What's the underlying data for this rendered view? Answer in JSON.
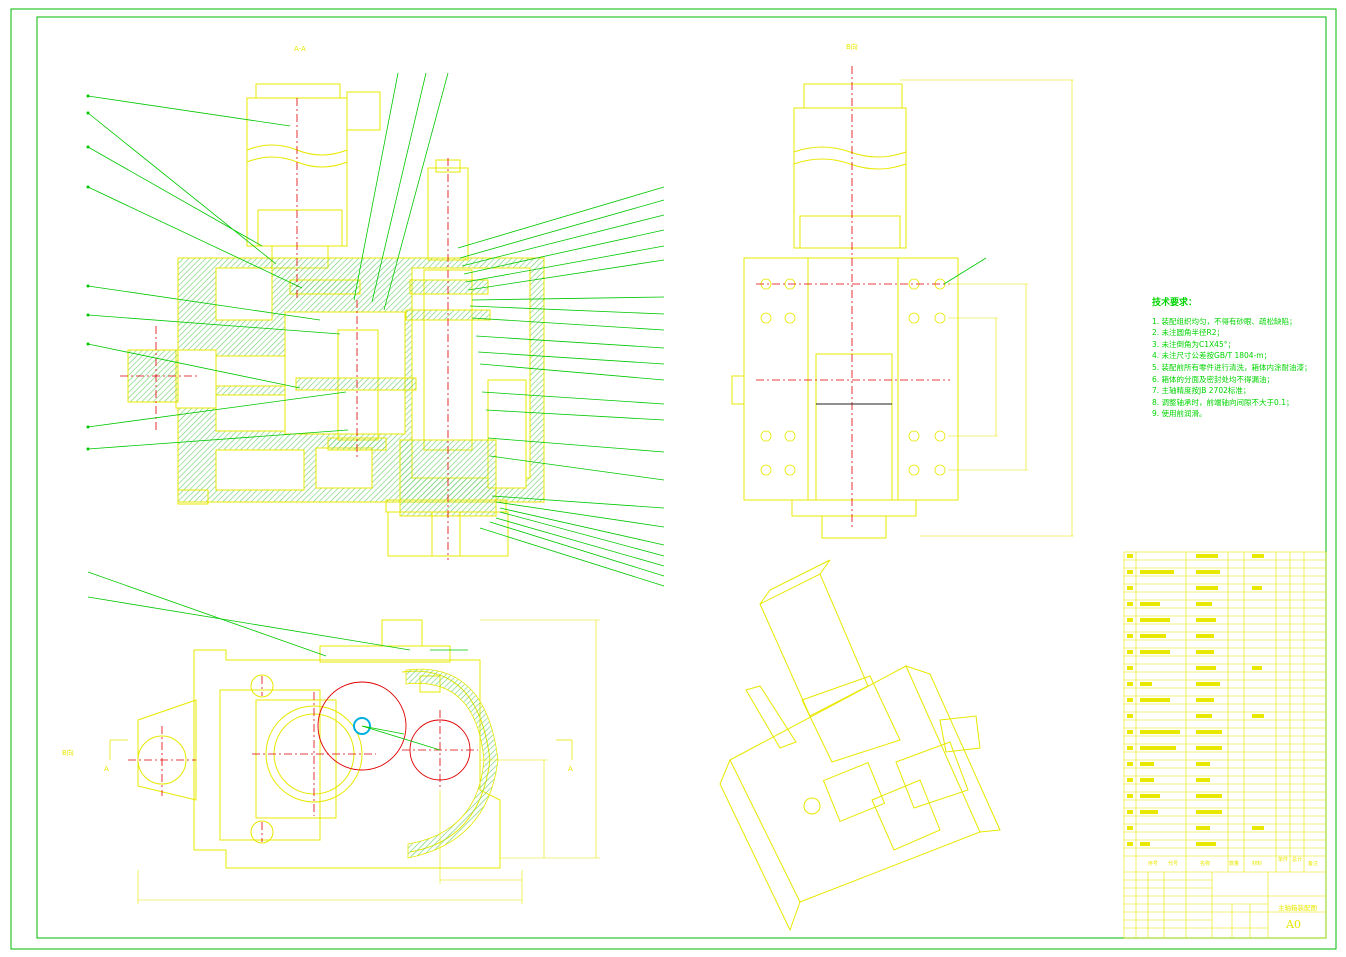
{
  "drawing": {
    "section_label": "A-A",
    "view_b_label": "B向",
    "view_b_label_lower": "B向",
    "cut_mark_left": "A",
    "cut_mark_right": "A"
  },
  "technical_requirements": {
    "title": "技术要求：",
    "items": [
      "1. 装配组织均匀，不得有砂眼、疏松缺陷；",
      "2. 未注圆角半径R2；",
      "3. 未注倒角为C1X45°；",
      "4. 未注尺寸公差按GB/T 1804-m；",
      "5. 装配前所有零件进行清洗，箱体内涂耐油漆；",
      "6. 箱体的分面及密封处均不得漏油；",
      "7. 主轴精度按JB 2702标准；",
      "8. 调整轴承时，前端轴向间隙不大于0.1；",
      "9. 使用前润滑。"
    ]
  },
  "title_block": {
    "drawing_name": "主轴箱装配图",
    "sheet_size": "A0",
    "header_labels": [
      "序号",
      "代号",
      "名称",
      "数量",
      "材料",
      "单件",
      "总计",
      "备注"
    ]
  },
  "colors": {
    "background": "#ffffff",
    "frame": "#00b800",
    "outline": "#e8e800",
    "leader": "#00c800",
    "centerline": "#e00000",
    "highlight": "#00b0e0",
    "hatch": "#8fd88f"
  }
}
